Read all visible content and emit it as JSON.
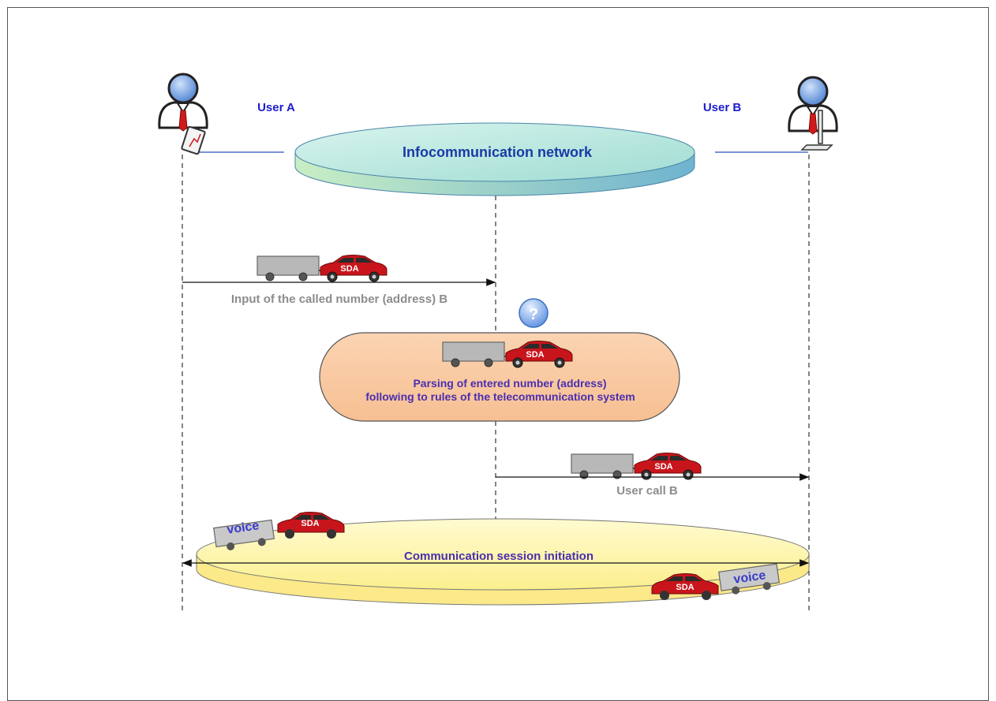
{
  "users": {
    "a_label": "User A",
    "b_label": "User B"
  },
  "network": {
    "label": "Infocommunication network"
  },
  "steps": {
    "input_label": "Input of the called number (address) B",
    "parsing_line1": "Parsing of entered number (address)",
    "parsing_line2": "following to rules of the telecommunication system",
    "call_label": "User call B",
    "session_label": "Communication session initiation"
  },
  "vehicles": {
    "car_label": "SDA",
    "trailer_voice_label": "voice"
  },
  "icons": {
    "question": "?",
    "user_a_device": "tablet-icon",
    "user_b_device": "desk-monitor-icon"
  },
  "colors": {
    "user_label": "#1c1ccc",
    "network_label": "#1a3aa6",
    "step_label_gray": "#8c8c8c",
    "parsing_label": "#4a2fb0",
    "car_red": "#c8151b",
    "network_fill": "#bfe9e1",
    "parsing_fill": "#f9c9a2",
    "session_fill": "#fdf4a6"
  }
}
